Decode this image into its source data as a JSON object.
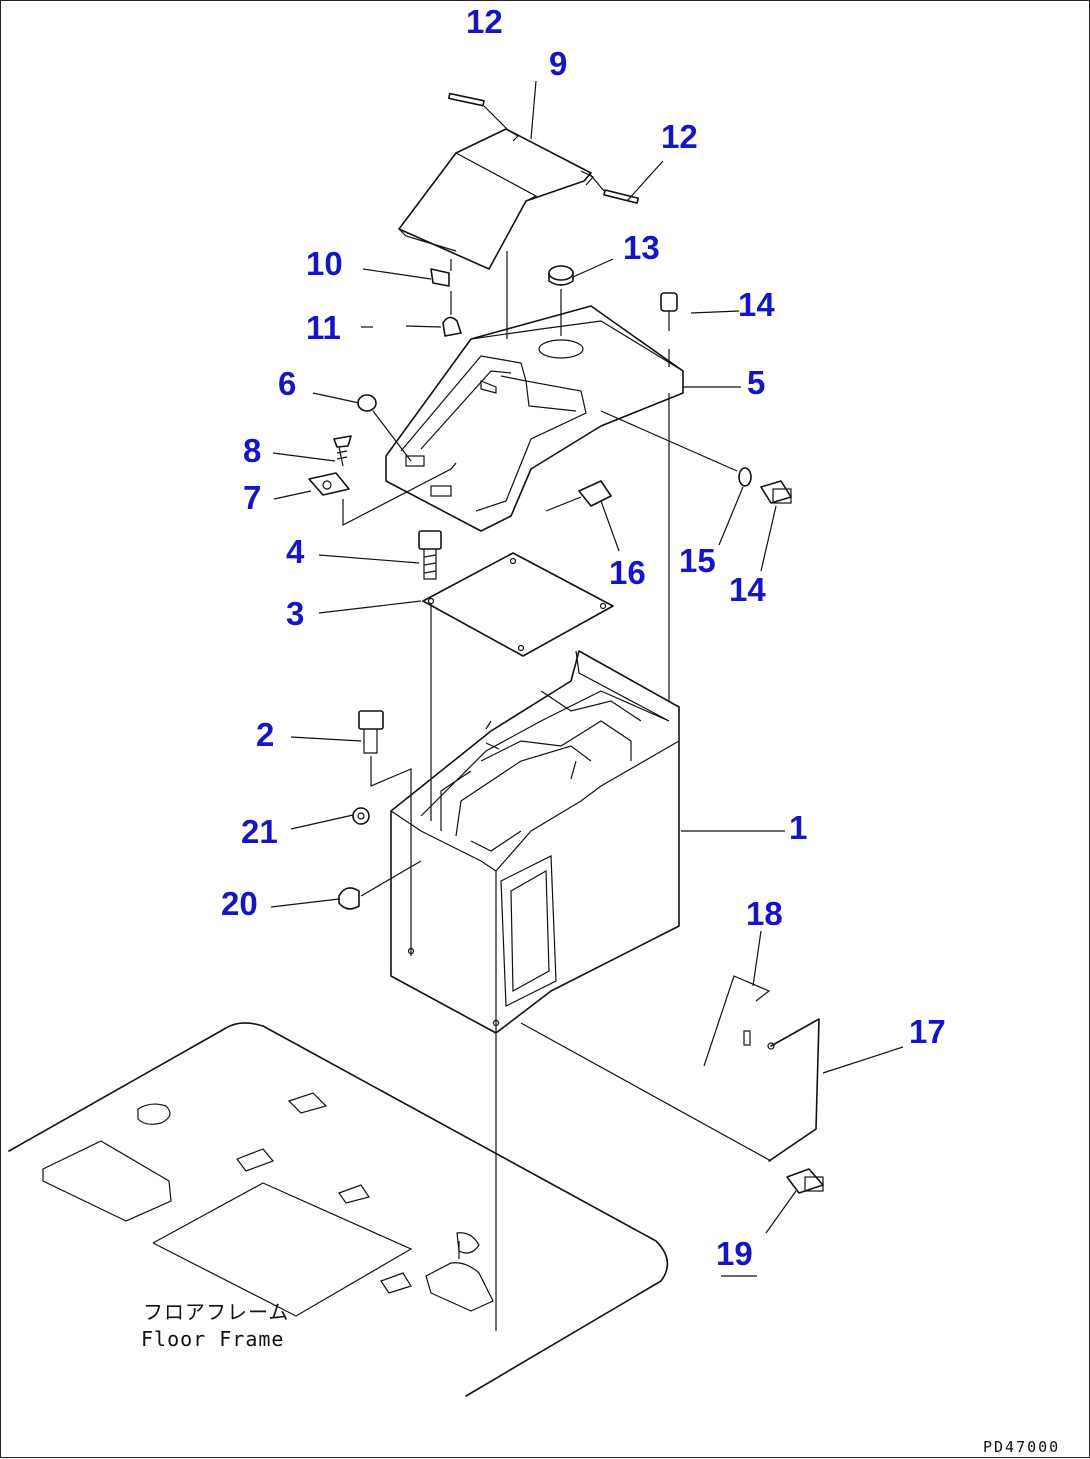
{
  "diagram": {
    "callouts": [
      "12",
      "9",
      "12",
      "13",
      "10",
      "14",
      "11",
      "5",
      "6",
      "8",
      "7",
      "16",
      "15",
      "14",
      "4",
      "3",
      "2",
      "1",
      "21",
      "20",
      "18",
      "17",
      "19"
    ],
    "floor_label_jp": "フロアフレーム",
    "floor_label_en": "Floor Frame",
    "drawing_code": "PD47000"
  }
}
